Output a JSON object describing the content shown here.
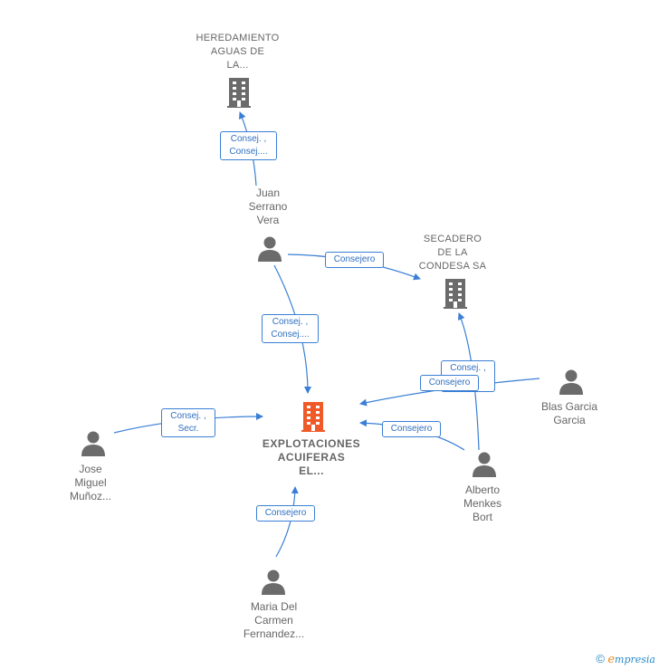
{
  "colors": {
    "accent": "#3a7fd5",
    "main_company": "#f05a28",
    "node": "#6b6b6b"
  },
  "nodes": {
    "heredamiento": {
      "label": [
        "HEREDAMIENTO",
        "AGUAS DE",
        "LA..."
      ],
      "icon": "building-icon"
    },
    "secadero": {
      "label": [
        "SECADERO",
        "DE LA",
        "CONDESA SA"
      ],
      "icon": "building-icon"
    },
    "explotaciones": {
      "label": [
        "EXPLOTACIONES",
        "ACUIFERAS",
        "EL..."
      ],
      "icon": "building-icon"
    },
    "juan": {
      "label": [
        "Juan",
        "Serrano",
        "Vera"
      ],
      "icon": "person-icon"
    },
    "blas": {
      "label": [
        "Blas Garcia",
        "Garcia"
      ],
      "icon": "person-icon"
    },
    "jose": {
      "label": [
        "Jose",
        "Miguel",
        "Muñoz..."
      ],
      "icon": "person-icon"
    },
    "alberto": {
      "label": [
        "Alberto",
        "Menkes",
        "Bort"
      ],
      "icon": "person-icon"
    },
    "maria": {
      "label": [
        "Maria Del",
        "Carmen",
        "Fernandez..."
      ],
      "icon": "person-icon"
    }
  },
  "relations": {
    "juan_heredamiento": [
      "Consej. ,",
      "Consej...."
    ],
    "juan_secadero": [
      "Consejero"
    ],
    "juan_explotaciones": [
      "Consej. ,",
      "Consej...."
    ],
    "alberto_secadero": [
      "Consej. ,"
    ],
    "blas_explotaciones": [
      "Consejero"
    ],
    "alberto_explotaciones": [
      "Consejero"
    ],
    "jose_explotaciones": [
      "Consej. ,",
      "Secr."
    ],
    "maria_explotaciones": [
      "Consejero"
    ]
  },
  "footer": {
    "copyright": "©",
    "brand_initial": "e",
    "brand_rest": "mpresia"
  }
}
